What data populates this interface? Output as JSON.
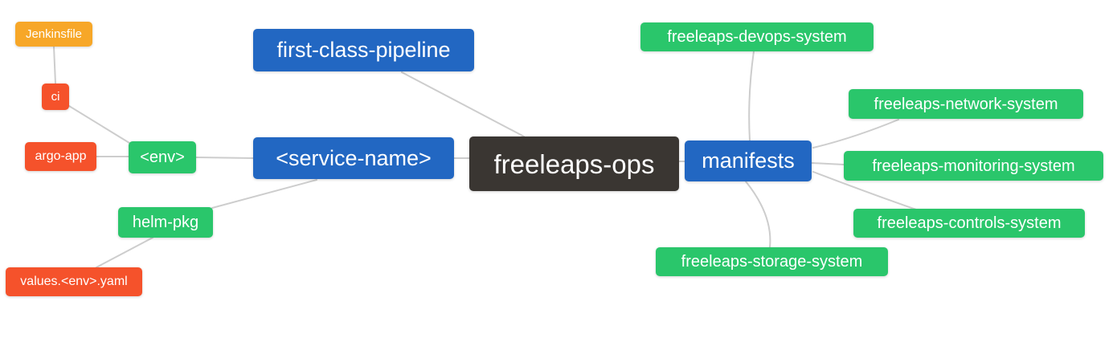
{
  "colors": {
    "blue": "#2267c2",
    "green": "#2ac66b",
    "orange": "#f7a728",
    "red": "#f5522b",
    "dark": "#3a3632",
    "line": "#cdcdcd",
    "text": "#ffffff"
  },
  "nodes": {
    "jenkinsfile": {
      "label": "Jenkinsfile",
      "color": "orange"
    },
    "ci": {
      "label": "ci",
      "color": "red"
    },
    "argo_app": {
      "label": "argo-app",
      "color": "red"
    },
    "env": {
      "label": "<env>",
      "color": "green"
    },
    "helm_pkg": {
      "label": "helm-pkg",
      "color": "green"
    },
    "values_env_yaml": {
      "label": "values.<env>.yaml",
      "color": "red"
    },
    "first_class_pipeline": {
      "label": "first-class-pipeline",
      "color": "blue"
    },
    "service_name": {
      "label": "<service-name>",
      "color": "blue"
    },
    "freeleaps_ops": {
      "label": "freeleaps-ops",
      "color": "dark"
    },
    "manifests": {
      "label": "manifests",
      "color": "blue"
    },
    "devops_system": {
      "label": "freeleaps-devops-system",
      "color": "green"
    },
    "network_system": {
      "label": "freeleaps-network-system",
      "color": "green"
    },
    "monitoring_system": {
      "label": "freeleaps-monitoring-system",
      "color": "green"
    },
    "controls_system": {
      "label": "freeleaps-controls-system",
      "color": "green"
    },
    "storage_system": {
      "label": "freeleaps-storage-system",
      "color": "green"
    }
  },
  "edges": [
    {
      "from": "jenkinsfile",
      "to": "ci"
    },
    {
      "from": "ci",
      "to": "env"
    },
    {
      "from": "argo_app",
      "to": "env"
    },
    {
      "from": "env",
      "to": "service_name"
    },
    {
      "from": "helm_pkg",
      "to": "service_name"
    },
    {
      "from": "values_env_yaml",
      "to": "helm_pkg"
    },
    {
      "from": "first_class_pipeline",
      "to": "freeleaps_ops"
    },
    {
      "from": "service_name",
      "to": "freeleaps_ops"
    },
    {
      "from": "freeleaps_ops",
      "to": "manifests"
    },
    {
      "from": "devops_system",
      "to": "manifests"
    },
    {
      "from": "manifests",
      "to": "network_system"
    },
    {
      "from": "manifests",
      "to": "monitoring_system"
    },
    {
      "from": "manifests",
      "to": "controls_system"
    },
    {
      "from": "manifests",
      "to": "storage_system"
    }
  ]
}
